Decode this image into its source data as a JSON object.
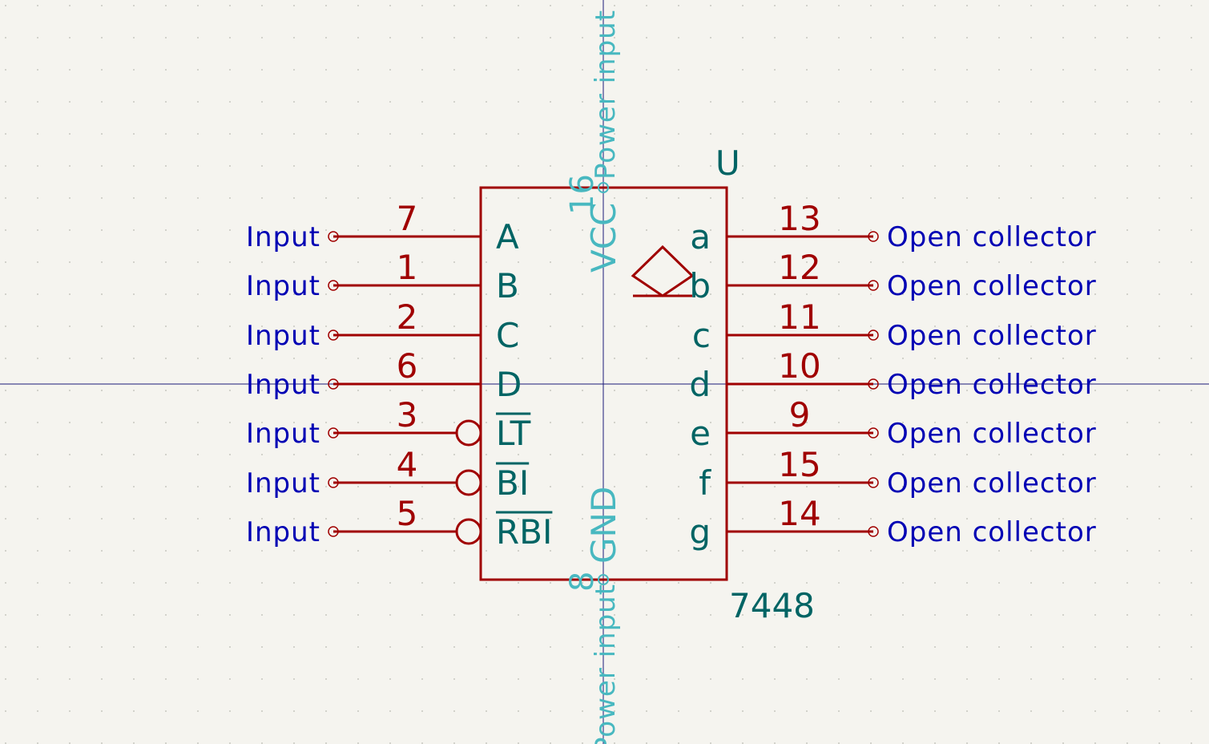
{
  "component": {
    "reference": "U",
    "value": "7448"
  },
  "left_pins": [
    {
      "number": "7",
      "name": "A",
      "type": "Input",
      "inverted": false
    },
    {
      "number": "1",
      "name": "B",
      "type": "Input",
      "inverted": false
    },
    {
      "number": "2",
      "name": "C",
      "type": "Input",
      "inverted": false
    },
    {
      "number": "6",
      "name": "D",
      "type": "Input",
      "inverted": false
    },
    {
      "number": "3",
      "name": "LT",
      "type": "Input",
      "inverted": true
    },
    {
      "number": "4",
      "name": "BI",
      "type": "Input",
      "inverted": true
    },
    {
      "number": "5",
      "name": "RBI",
      "type": "Input",
      "inverted": true
    }
  ],
  "right_pins": [
    {
      "number": "13",
      "name": "a",
      "type": "Open collector"
    },
    {
      "number": "12",
      "name": "b",
      "type": "Open collector"
    },
    {
      "number": "11",
      "name": "c",
      "type": "Open collector"
    },
    {
      "number": "10",
      "name": "d",
      "type": "Open collector"
    },
    {
      "number": "9",
      "name": "e",
      "type": "Open collector"
    },
    {
      "number": "15",
      "name": "f",
      "type": "Open collector"
    },
    {
      "number": "14",
      "name": "g",
      "type": "Open collector"
    }
  ],
  "power_pins": {
    "top": {
      "number": "16",
      "name": "VCC",
      "type": "Power input"
    },
    "bottom": {
      "number": "8",
      "name": "GND",
      "type": "Power input"
    }
  },
  "colors": {
    "background": "#f5f4ef",
    "body_outline": "#a00000",
    "pin_line": "#a00000",
    "pin_number": "#a00000",
    "pin_name": "#006464",
    "electrical_type": "#0000b4",
    "power_pin": "#48b8c0",
    "crosshair": "#1a1a7a",
    "grid_dot": "#c8c8c0"
  }
}
